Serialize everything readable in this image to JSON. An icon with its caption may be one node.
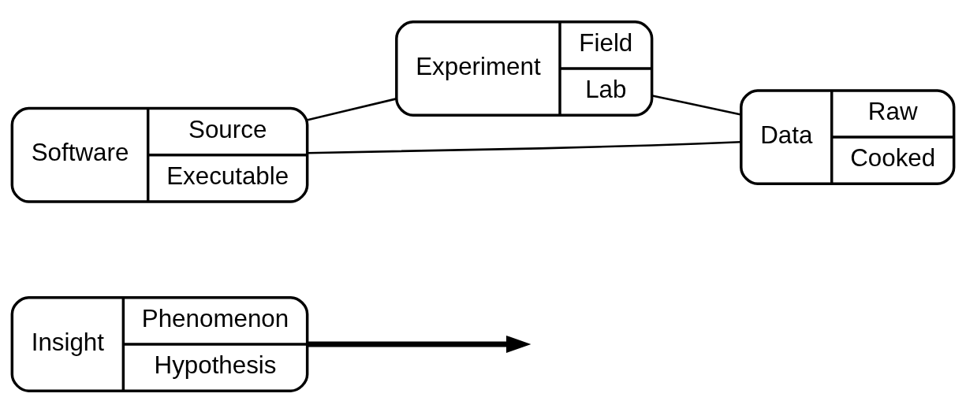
{
  "diagram": {
    "nodes": [
      {
        "text": [
          "Insight",
          "Phenomenon",
          "Hypothesis"
        ]
      },
      {
        "text": [
          "Software",
          "Source",
          "Executable"
        ]
      },
      {
        "text": [
          "Experiment",
          "Field",
          "Lab"
        ]
      },
      {
        "text": [
          "Data",
          "Raw",
          "Cooked"
        ]
      }
    ],
    "edges": [
      {
        "from": 0,
        "to": null,
        "arrow": "to",
        "style": "thick"
      },
      {
        "from": 1,
        "to": 2,
        "arrow": "none"
      },
      {
        "from": 2,
        "to": 3,
        "arrow": "none"
      },
      {
        "from": 3,
        "to": 1,
        "arrow": "none"
      }
    ]
  }
}
